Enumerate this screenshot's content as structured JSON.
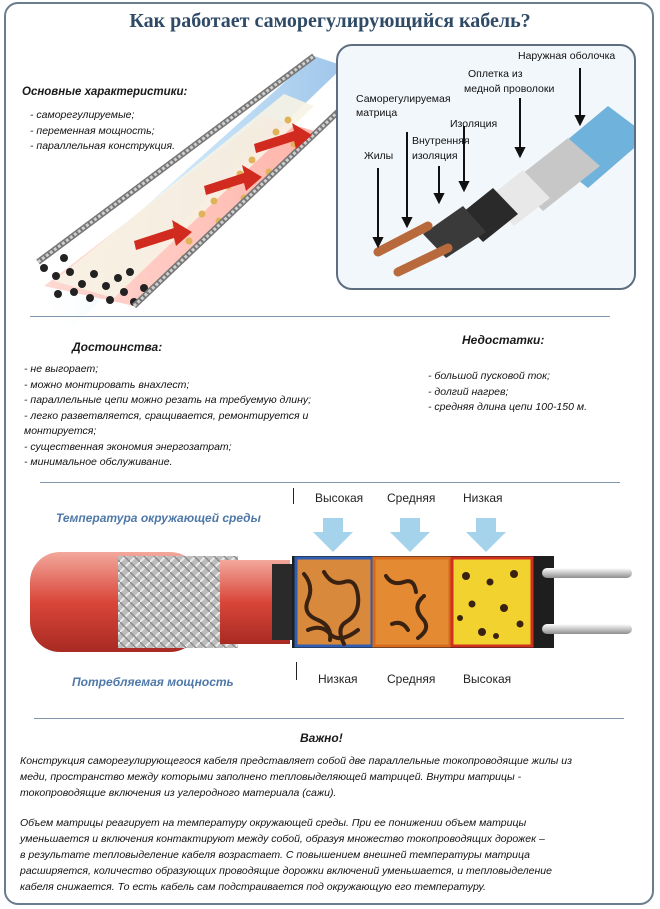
{
  "title": "Как работает саморегулирующийся кабель?",
  "characteristics": {
    "heading": "Основные характеристики:",
    "items": [
      "- саморегулируемые;",
      "- переменная мощность;",
      "- параллельная конструкция."
    ]
  },
  "cable_parts": {
    "outer": "Наружная оболочка",
    "braid_l1": "Оплетка из",
    "braid_l2": "медной проволоки",
    "matrix_l1": "Саморегулируемая",
    "matrix_l2": "матрица",
    "insulation": "Изоляция",
    "inner_l1": "Внутренняя",
    "inner_l2": "изоляция",
    "cores": "Жилы"
  },
  "advantages": {
    "heading": "Достоинства:",
    "items": [
      "- не выгорает;",
      "- можно монтировать внахлест;",
      "- параллельные цепи можно резать на требуемую длину;",
      "- легко разветвляется, сращивается, ремонтируется и",
      "монтируется;",
      "- существенная экономия энергозатрат;",
      "- минимальное обслуживание."
    ]
  },
  "disadvantages": {
    "heading": "Недостатки:",
    "items": [
      "- большой пусковой ток;",
      "- долгий нагрев;",
      "- средняя длина цепи 100-150 м."
    ]
  },
  "diagram": {
    "ambient_label": "Температура окружающей среды",
    "power_label": "Потребляемая мощность",
    "top_levels": [
      "Высокая",
      "Средняя",
      "Низкая"
    ],
    "bottom_levels": [
      "Низкая",
      "Средняя",
      "Высокая"
    ]
  },
  "important": {
    "heading": "Важно!",
    "p1": [
      "Конструкция саморегулирующегося кабеля представляет собой две параллельные токопроводящие жилы из",
      "меди, пространство между которыми заполнено тепловыделяющей матрицей. Внутри матрицы -",
      "токопроводящие включения из углеродного материала (сажи)."
    ],
    "p2": [
      "Объем матрицы реагирует на температуру окружающей среды. При ее понижении объем матрицы",
      "уменьшается и включения контактируют между собой, образуя множество токопроводящих дорожек –",
      "в результате тепловыделение кабеля возрастает. С повышением внешней температуры матрица",
      "расширяется, количество образующих проводящие дорожки включений уменьшается, и тепловыделение",
      "кабеля снижается. То есть кабель сам подстраивается под окружающую его температуру."
    ]
  }
}
